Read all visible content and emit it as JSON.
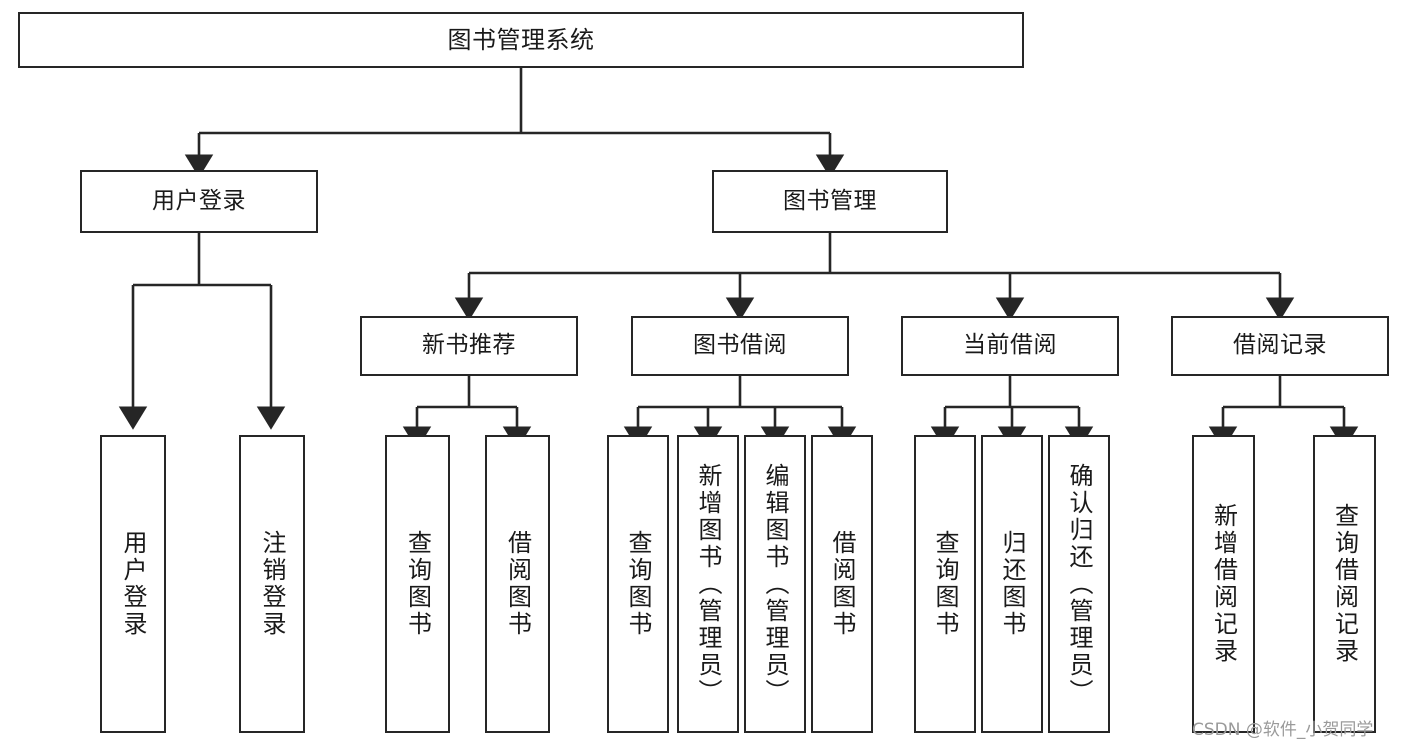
{
  "diagram": {
    "title": "图书管理系统",
    "type": "functional-structure-tree",
    "watermark": "CSDN @软件_小贺同学",
    "colors": {
      "box_border": "#262626",
      "box_fill": "#ffffff",
      "edge": "#262626",
      "text": "#1a1a1a",
      "watermark": "#9a9a9a"
    },
    "levels": {
      "level1": [
        "图书管理系统"
      ],
      "level2": [
        "用户登录",
        "图书管理"
      ],
      "level3": [
        "新书推荐",
        "图书借阅",
        "当前借阅",
        "借阅记录"
      ],
      "level4": [
        "用户登录",
        "注销登录",
        "查询图书",
        "借阅图书",
        "查询图书",
        "新增图书（管理员）",
        "编辑图书（管理员）",
        "借阅图书",
        "查询图书",
        "归还图书",
        "确认归还（管理员）",
        "新增借阅记录",
        "查询借阅记录"
      ]
    },
    "nodes": {
      "root": {
        "label": "图书管理系统"
      },
      "user_login": {
        "label": "用户登录"
      },
      "book_manage": {
        "label": "图书管理"
      },
      "new_book_rec": {
        "label": "新书推荐"
      },
      "book_borrow": {
        "label": "图书借阅"
      },
      "current_borrow": {
        "label": "当前借阅"
      },
      "borrow_record": {
        "label": "借阅记录"
      },
      "leaf_user_login": {
        "label": "用户登录"
      },
      "leaf_logout": {
        "label": "注销登录"
      },
      "leaf_query_book_1": {
        "label": "查询图书"
      },
      "leaf_borrow_book_1": {
        "label": "借阅图书"
      },
      "leaf_query_book_2": {
        "label": "查询图书"
      },
      "leaf_add_book_admin": {
        "label": "新增图书（管理员）"
      },
      "leaf_edit_book_admin": {
        "label": "编辑图书（管理员）"
      },
      "leaf_borrow_book_2": {
        "label": "借阅图书"
      },
      "leaf_query_book_3": {
        "label": "查询图书"
      },
      "leaf_return_book": {
        "label": "归还图书"
      },
      "leaf_confirm_return_admin": {
        "label": "确认归还（管理员）"
      },
      "leaf_add_borrow_record": {
        "label": "新增借阅记录"
      },
      "leaf_query_borrow_record": {
        "label": "查询借阅记录"
      }
    }
  }
}
